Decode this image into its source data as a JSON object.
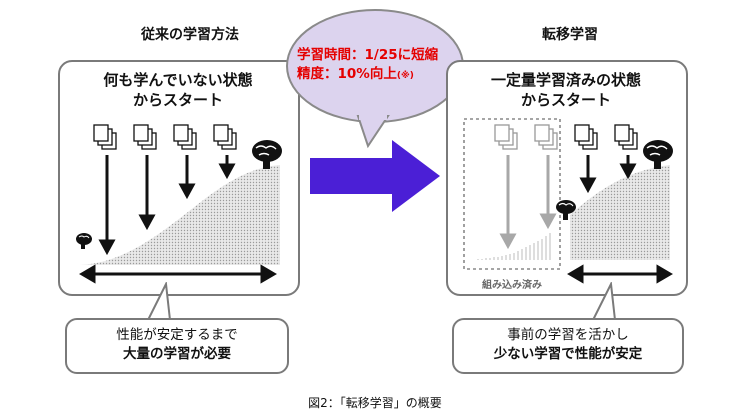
{
  "left": {
    "section_title": "従来の学習方法",
    "heading_line1": "何も学んでいない状態",
    "heading_line2": "からスタート",
    "bubble_line1": "性能が安定するまで",
    "bubble_line2": "大量の学習が必要"
  },
  "right": {
    "section_title": "転移学習",
    "heading_line1": "一定量学習済みの状態",
    "heading_line2": "からスタート",
    "embedded_label": "組み込み済み",
    "bubble_line1": "事前の学習を活かし",
    "bubble_line2": "少ない学習で性能が安定"
  },
  "callout": {
    "line1": "学習時間：1/25に短縮",
    "line2": "精度：10%向上",
    "note": "(※)"
  },
  "caption": "図2：「転移学習」の概要",
  "colors": {
    "arrow": "#4b1fd6",
    "callout_fill": "#dcd3ee",
    "callout_text": "#e50000",
    "panel_border": "#7a7a7a"
  }
}
